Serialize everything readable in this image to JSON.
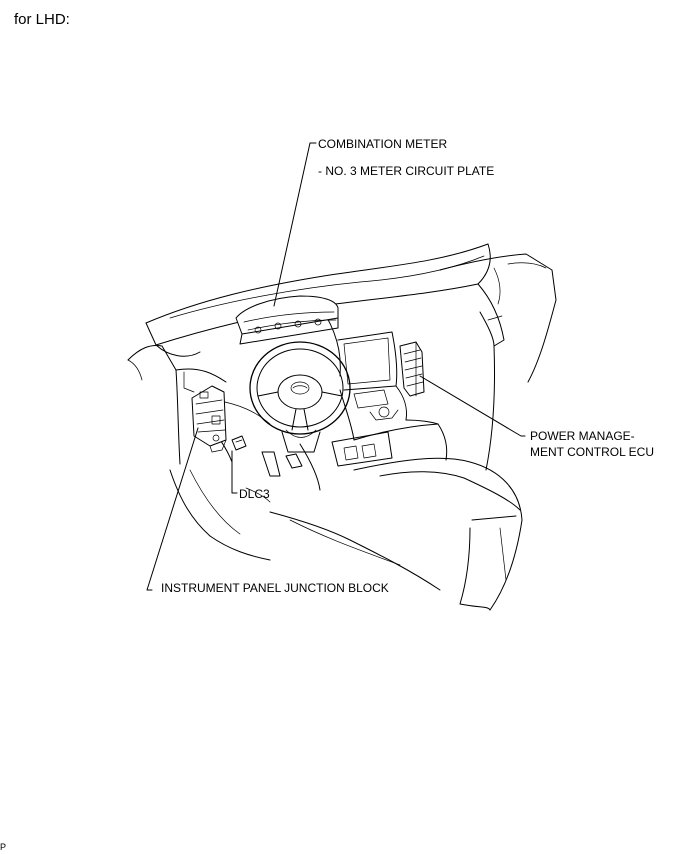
{
  "heading": "for LHD:",
  "page_marker": "P",
  "callouts": {
    "combination_meter": "COMBINATION METER",
    "meter_circuit_plate": "- NO. 3 METER CIRCUIT PLATE",
    "power_management_line1": "POWER MANAGE-",
    "power_management_line2": "MENT CONTROL ECU",
    "dlc3": "DLC3",
    "instrument_panel_junction_block": "INSTRUMENT PANEL JUNCTION BLOCK"
  }
}
